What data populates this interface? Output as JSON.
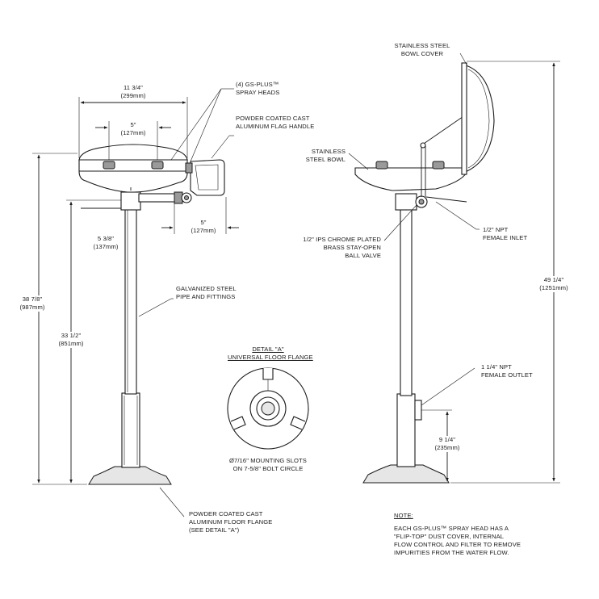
{
  "front_view": {
    "width_dim": [
      "11 3/4\"",
      "(299mm)"
    ],
    "head_spacing_dim": [
      "5\"",
      "(127mm)"
    ],
    "handle_offset_dim": [
      "5\"",
      "(127mm)"
    ],
    "inlet_height_dim": [
      "5 3/8\"",
      "(137mm)"
    ],
    "overall_height_dim": [
      "38 7/8\"",
      "(987mm)"
    ],
    "bowl_height_dim": [
      "33 1/2\"",
      "(851mm)"
    ]
  },
  "callouts": {
    "spray_heads": [
      "(4) GS-PLUS™",
      "SPRAY HEADS"
    ],
    "flag_handle": [
      "POWDER COATED CAST",
      "ALUMINUM FLAG HANDLE"
    ],
    "pipe": [
      "GALVANIZED STEEL",
      "PIPE AND FITTINGS"
    ],
    "floor_flange": [
      "POWDER COATED CAST",
      "ALUMINUM FLOOR FLANGE",
      "(SEE DETAIL \"A\")"
    ],
    "bowl_cover": [
      "STAINLESS STEEL",
      "BOWL COVER"
    ],
    "bowl": [
      "STAINLESS",
      "STEEL BOWL"
    ],
    "ball_valve": [
      "1/2\" IPS CHROME PLATED",
      "BRASS STAY-OPEN",
      "BALL VALVE"
    ],
    "inlet": [
      "1/2\" NPT",
      "FEMALE INLET"
    ],
    "outlet": [
      "1 1/4\" NPT",
      "FEMALE OUTLET"
    ]
  },
  "side_view": {
    "overall_height_dim": [
      "49 1/4\"",
      "(1251mm)"
    ],
    "outlet_height_dim": [
      "9 1/4\"",
      "(235mm)"
    ]
  },
  "detail": {
    "title": "DETAIL \"A\"",
    "subtitle": "UNIVERSAL FLOOR FLANGE",
    "caption": [
      "Ø7/16\" MOUNTING SLOTS",
      "ON 7-5/8\" BOLT CIRCLE"
    ]
  },
  "note": {
    "heading": "NOTE:",
    "lines": [
      "EACH GS-PLUS™ SPRAY HEAD HAS A",
      "\"FLIP-TOP\" DUST COVER, INTERNAL",
      "FLOW CONTROL AND FILTER TO REMOVE",
      "IMPURITIES FROM THE WATER FLOW."
    ]
  }
}
